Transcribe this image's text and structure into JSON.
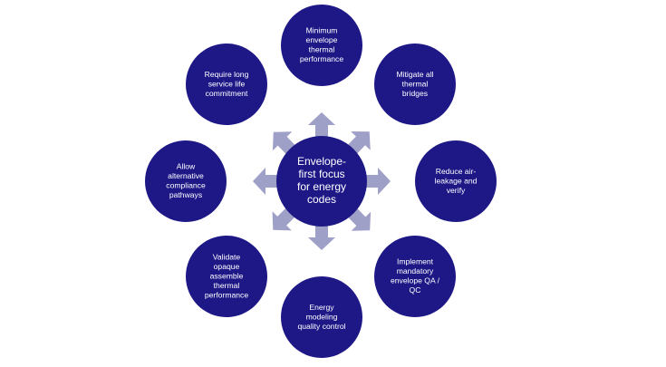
{
  "diagram": {
    "center": {
      "lines": [
        "Envelope-",
        "first focus",
        "for energy",
        "codes"
      ]
    },
    "nodes": [
      {
        "id": "minimum-envelope-thermal-performance",
        "lines": [
          "Minimum",
          "envelope",
          "thermal",
          "performance"
        ]
      },
      {
        "id": "mitigate-all-thermal-bridges",
        "lines": [
          "Mitigate all",
          "thermal",
          "bridges"
        ]
      },
      {
        "id": "reduce-air-leakage-and-verify",
        "lines": [
          "Reduce air-",
          "leakage and",
          "verify"
        ]
      },
      {
        "id": "implement-mandatory-envelope-qa-qc",
        "lines": [
          "Implement",
          "mandatory",
          "envelope QA /",
          "QC"
        ]
      },
      {
        "id": "energy-modeling-quality-control",
        "lines": [
          "Energy",
          "modeling",
          "quality control"
        ]
      },
      {
        "id": "validate-opaque-assemble-thermal-performance",
        "lines": [
          "Validate",
          "opaque",
          "assemble",
          "thermal",
          "performance"
        ]
      },
      {
        "id": "allow-alternative-compliance-pathways",
        "lines": [
          "Allow",
          "alternative",
          "compliance",
          "pathways"
        ]
      },
      {
        "id": "require-long-service-life-commitment",
        "lines": [
          "Require long",
          "service life",
          "commitment"
        ]
      }
    ],
    "colors": {
      "node_fill": "#1e1887",
      "arrow_fill": "#9fa0c7",
      "text": "#ffffff",
      "background": "#ffffff"
    }
  }
}
